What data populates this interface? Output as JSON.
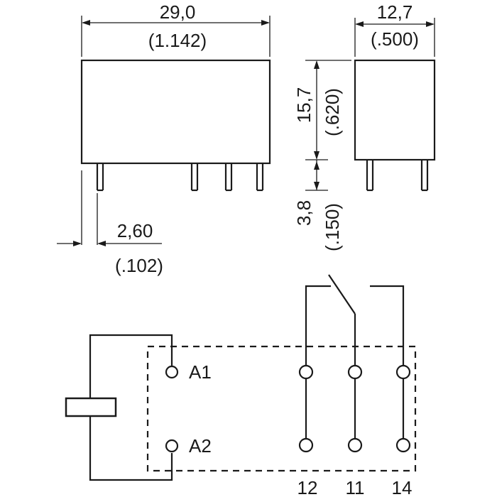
{
  "dimensions": {
    "length": {
      "mm": "29,0",
      "inch": "(1.142)"
    },
    "width": {
      "mm": "12,7",
      "inch": "(.500)"
    },
    "height": {
      "mm": "15,7",
      "inch": "(.620)"
    },
    "pin_length": {
      "mm": "3,8",
      "inch": "(.150)"
    },
    "pin_offset": {
      "mm": "2,60",
      "inch": "(.102)"
    }
  },
  "schematic": {
    "coil_terminals": [
      "A1",
      "A2"
    ],
    "contact_terminals": [
      "12",
      "11",
      "14"
    ]
  }
}
